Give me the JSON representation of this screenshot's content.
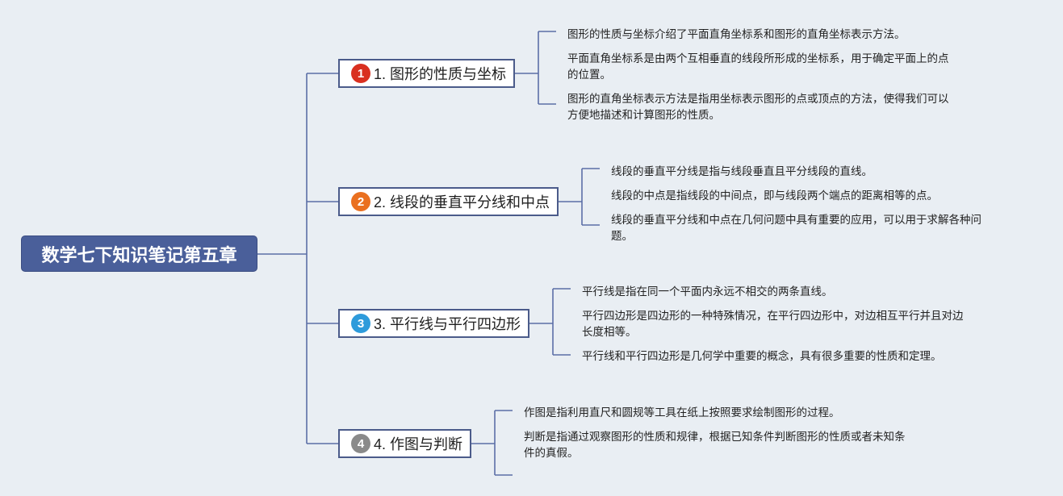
{
  "title": "数学七下知识笔记第五章",
  "colors": {
    "root_fill": "#4a5f9a",
    "line": "#5b6ea6",
    "badge_1": "#d93020",
    "badge_2": "#ea7020",
    "badge_3": "#2e9bdb",
    "badge_4": "#8a8a8a"
  },
  "branches": [
    {
      "num": "1",
      "label": "1. 图形的性质与坐标",
      "leaves": [
        [
          "图形的性质与坐标介绍了平面直角坐标系和图形的直角坐标表示方法。"
        ],
        [
          "平面直角坐标系是由两个互相垂直的线段所形成的坐标系，用于确定平面上的点",
          "的位置。"
        ],
        [
          "图形的直角坐标表示方法是指用坐标表示图形的点或顶点的方法，使得我们可以",
          "方便地描述和计算图形的性质。"
        ]
      ]
    },
    {
      "num": "2",
      "label": "2. 线段的垂直平分线和中点",
      "leaves": [
        [
          "线段的垂直平分线是指与线段垂直且平分线段的直线。"
        ],
        [
          "线段的中点是指线段的中间点，即与线段两个端点的距离相等的点。"
        ],
        [
          "线段的垂直平分线和中点在几何问题中具有重要的应用，可以用于求解各种问",
          "题。"
        ]
      ]
    },
    {
      "num": "3",
      "label": "3. 平行线与平行四边形",
      "leaves": [
        [
          "平行线是指在同一个平面内永远不相交的两条直线。"
        ],
        [
          "平行四边形是四边形的一种特殊情况，在平行四边形中，对边相互平行并且对边",
          "长度相等。"
        ],
        [
          "平行线和平行四边形是几何学中重要的概念，具有很多重要的性质和定理。"
        ]
      ]
    },
    {
      "num": "4",
      "label": "4. 作图与判断",
      "leaves": [
        [
          "作图是指利用直尺和圆规等工具在纸上按照要求绘制图形的过程。"
        ],
        [
          "判断是指通过观察图形的性质和规律，根据已知条件判断图形的性质或者未知条",
          "件的真假。"
        ]
      ]
    }
  ]
}
